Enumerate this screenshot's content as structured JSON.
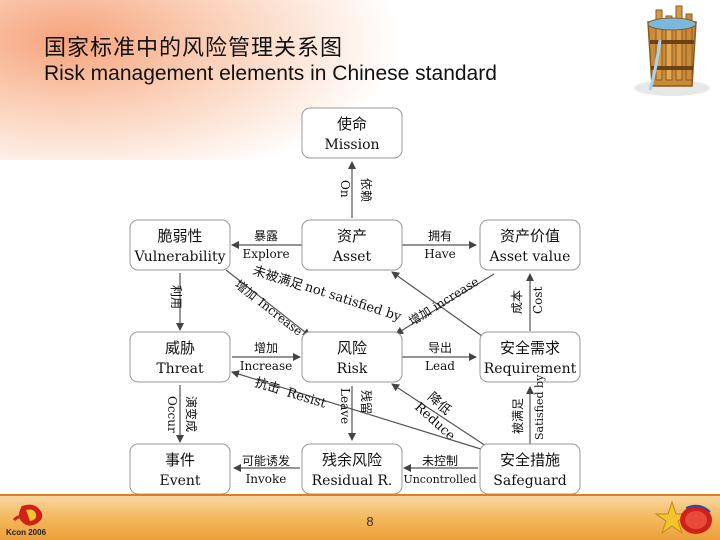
{
  "header": {
    "title_zh": "国家标准中的风险管理关系图",
    "title_en": "Risk management elements in Chinese standard"
  },
  "nodes": {
    "mission": {
      "zh": "使命",
      "en": "Mission"
    },
    "vulnerability": {
      "zh": "脆弱性",
      "en": "Vulnerability"
    },
    "asset": {
      "zh": "资产",
      "en": "Asset"
    },
    "asset_value": {
      "zh": "资产价值",
      "en": "Asset value"
    },
    "threat": {
      "zh": "威胁",
      "en": "Threat"
    },
    "risk": {
      "zh": "风险",
      "en": "Risk"
    },
    "requirement": {
      "zh": "安全需求",
      "en": "Requirement"
    },
    "event": {
      "zh": "事件",
      "en": "Event"
    },
    "residual": {
      "zh": "残余风险",
      "en": "Residual R."
    },
    "safeguard": {
      "zh": "安全措施",
      "en": "Safeguard"
    }
  },
  "edges": {
    "on": {
      "zh": "依赖",
      "en": "On"
    },
    "explore": {
      "zh": "暴露",
      "en": "Explore"
    },
    "have": {
      "zh": "拥有",
      "en": "Have"
    },
    "not_satisfied": {
      "zh": "未被满足",
      "en": "not satisfied by"
    },
    "increase_vuln_risk": {
      "zh": "增加",
      "en": "Increase"
    },
    "increase_value_req": {
      "zh": "增加",
      "en": "increase"
    },
    "exploit": {
      "zh": "利用",
      "en": ""
    },
    "cost": {
      "zh": "成本",
      "en": "Cost"
    },
    "increase_threat": {
      "zh": "增加",
      "en": "Increase"
    },
    "lead": {
      "zh": "导出",
      "en": "Lead"
    },
    "resist": {
      "zh": "抗击",
      "en": "Resist"
    },
    "leave": {
      "zh": "残留",
      "en": "Leave"
    },
    "reduce": {
      "zh": "降低",
      "en": "Reduce"
    },
    "occur": {
      "zh": "演变成",
      "en": "Occur"
    },
    "satisfied": {
      "zh": "被满足",
      "en": "Satisfied by"
    },
    "invoke": {
      "zh": "可能诱发",
      "en": "Invoke"
    },
    "uncontrolled": {
      "zh": "未控制",
      "en": "Uncontrolled"
    }
  },
  "footer": {
    "page_number": "8",
    "logo_text": "Kcon 2006"
  }
}
